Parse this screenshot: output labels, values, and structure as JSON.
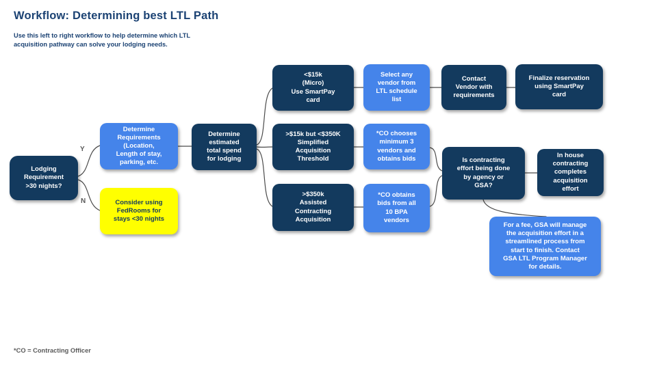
{
  "page": {
    "title": "Workflow:  Determining best LTL Path",
    "subtitle": "Use this left to right workflow to help determine which LTL\nacquisition pathway can solve your lodging needs.",
    "footnote": "*CO = Contracting Officer"
  },
  "labels": {
    "yes": "Y",
    "no": "N"
  },
  "colors": {
    "node_dark_navy": "#133A5E",
    "node_light_blue": "#4584EA",
    "node_yellow": "#FFFF00",
    "title_navy": "#1B4273",
    "connector_gray": "#4a4a4a",
    "footnote_gray": "#595959"
  },
  "nodes": {
    "lodging": "Lodging\nRequirement\n>30 nights?",
    "determine_requirements": "Determine\nRequirements\n(Location,\nLength of stay,\nparking, etc.",
    "fedrooms": "Consider using\nFedRooms for\nstays <30 nights",
    "estimated_spend": "Determine\nestimated\ntotal spend\nfor lodging",
    "micro": "<$15k\n(Micro)\nUse SmartPay\ncard",
    "simplified": ">$15k but <$350K\nSimplified\nAcquisition\nThreshold",
    "assisted": ">$350k\nAssisted\nContracting\nAcquisition",
    "select_vendor": "Select any\nvendor from\nLTL schedule\nlist",
    "co_chooses": "*CO chooses\nminimum 3\nvendors and\nobtains bids",
    "co_obtains": "*CO obtains\nbids from all\n10 BPA\nvendors",
    "contact_vendor": "Contact\nVendor with\nrequirements",
    "finalize_reservation": "Finalize reservation\nusing SmartPay\ncard",
    "is_contracting": "Is contracting\neffort being done\nby agency or\nGSA?",
    "in_house": "In house\ncontracting\ncompletes\nacquisition\neffort",
    "gsa_fee": "For a fee, GSA will manage\nthe acquisition effort in a\nstreamlined process from\nstart to finish.  Contact\nGSA LTL Program Manager\nfor details."
  }
}
